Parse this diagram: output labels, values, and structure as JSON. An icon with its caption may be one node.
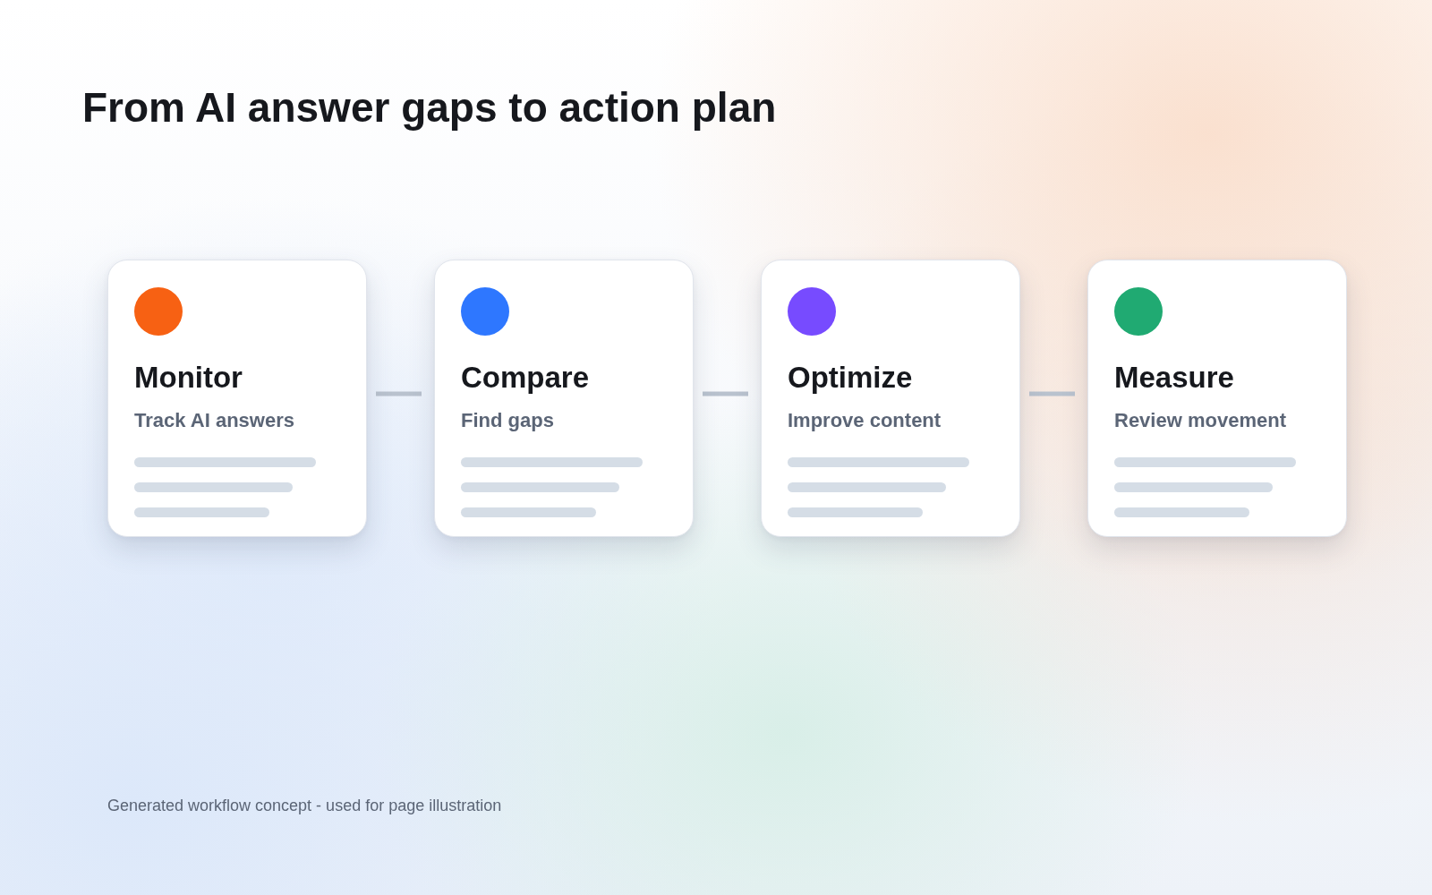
{
  "diagram": {
    "title": "From AI answer gaps to action plan",
    "caption": "Generated workflow concept - used for page illustration",
    "nodes": [
      {
        "text": [
          "Monitor",
          "Track AI answers"
        ]
      },
      {
        "text": [
          "Compare",
          "Find gaps"
        ]
      },
      {
        "text": [
          "Optimize",
          "Improve content"
        ]
      },
      {
        "text": [
          "Measure",
          "Review movement"
        ]
      }
    ],
    "edges": [
      {
        "from": 0,
        "to": 1,
        "arrow": "none"
      },
      {
        "from": 1,
        "to": 2,
        "arrow": "none"
      },
      {
        "from": 2,
        "to": 3,
        "arrow": "none"
      }
    ]
  }
}
